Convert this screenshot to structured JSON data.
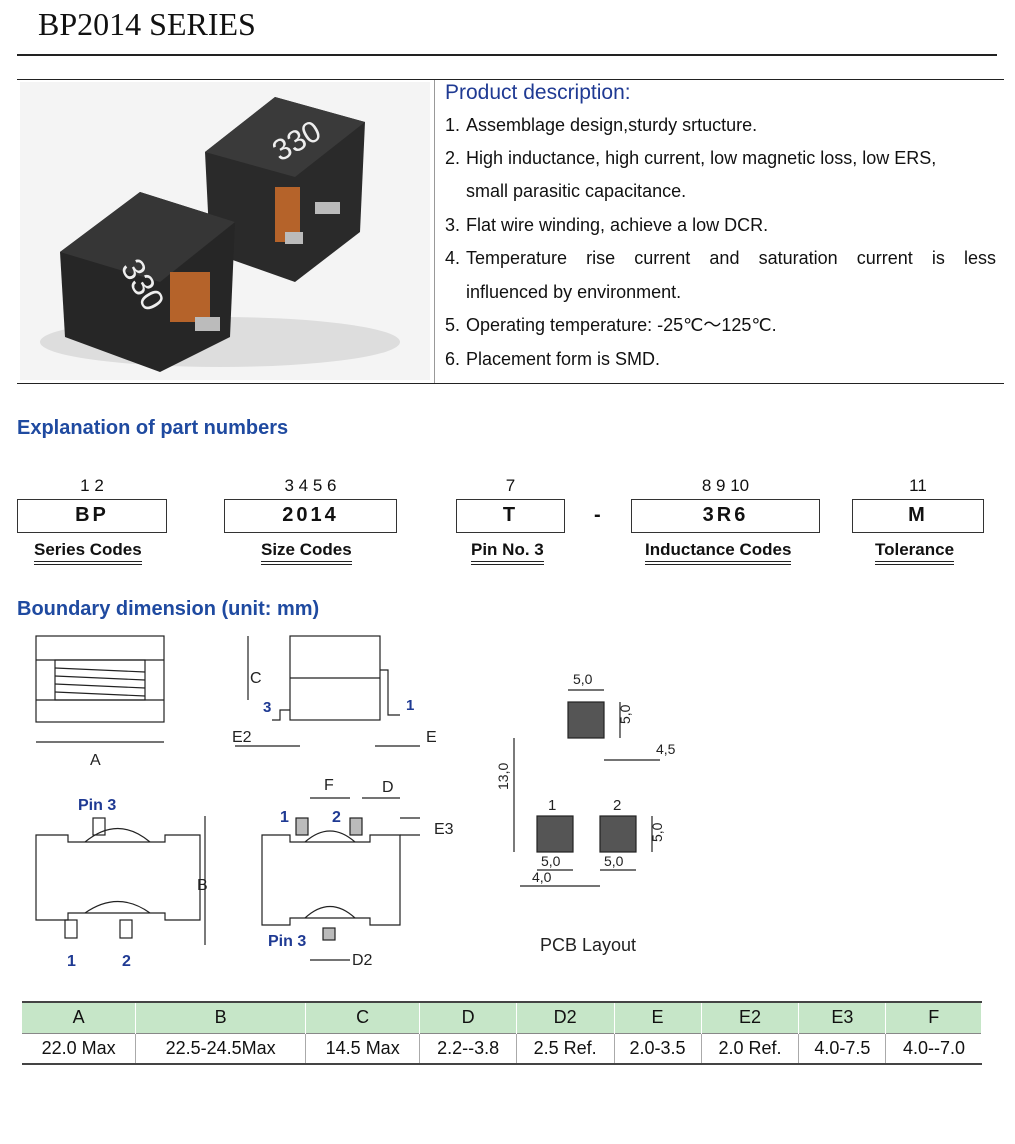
{
  "title": "BP2014 SERIES",
  "description": {
    "title": "Product description:",
    "items": [
      {
        "num": "1.",
        "lines": [
          "Assemblage design,sturdy srtucture."
        ]
      },
      {
        "num": "2.",
        "lines": [
          "High inductance, high current, low magnetic loss, low ERS,",
          "small parasitic capacitance."
        ]
      },
      {
        "num": "3.",
        "lines": [
          "Flat wire winding, achieve a low DCR."
        ]
      },
      {
        "num": "4.",
        "lines": [
          "Temperature rise current and saturation current is less",
          "influenced by environment."
        ]
      },
      {
        "num": "5.",
        "lines": [
          "Operating temperature: -25℃～125℃."
        ]
      },
      {
        "num": "6.",
        "lines": [
          "Placement form is SMD."
        ]
      }
    ]
  },
  "photo": {
    "marking": "330"
  },
  "part_numbers": {
    "title": "Explanation of part numbers",
    "dash": "-",
    "fields": [
      {
        "positions": "1 2",
        "code": "BP",
        "label": "Series Codes"
      },
      {
        "positions": "3 4 5 6",
        "code": "2014",
        "label": "Size Codes"
      },
      {
        "positions": "7",
        "code": "T",
        "label": "Pin No. 3"
      },
      {
        "positions": "8  9 10",
        "code": "3R6",
        "label": "Inductance Codes"
      },
      {
        "positions": "11",
        "code": "M",
        "label": "Tolerance"
      }
    ]
  },
  "boundary": {
    "title": "Boundary dimension (unit: mm)",
    "labels": {
      "A": "A",
      "C": "C",
      "pin3_num": "3",
      "pin1_num": "1",
      "E2": "E2",
      "E": "E",
      "pin3": "Pin 3",
      "B": "B",
      "p1": "1",
      "p2": "2",
      "F": "F",
      "D": "D",
      "E3": "E3",
      "q1": "1",
      "q2": "2",
      "pin3b": "Pin 3",
      "D2": "D2"
    },
    "pcb": {
      "caption": "PCB Layout",
      "top_w": "5,0",
      "top_h": "5,0",
      "gap": "4,5",
      "height": "13,0",
      "pad1": "1",
      "pad2": "2",
      "pad_h": "5,0",
      "w1": "5,0",
      "w2": "5,0",
      "spacing": "4,0"
    }
  },
  "dimension_table": {
    "headers": [
      "A",
      "B",
      "C",
      "D",
      "D2",
      "E",
      "E2",
      "E3",
      "F"
    ],
    "values": [
      "22.0 Max",
      "22.5-24.5Max",
      "14.5 Max",
      "2.2--3.8",
      "2.5 Ref.",
      "2.0-3.5",
      "2.0 Ref.",
      "4.0-7.5",
      "4.0--7.0"
    ]
  },
  "colors": {
    "heading": "#1f4aa0",
    "table_header": "#c6e6c8",
    "pin_label": "#1f3a93"
  }
}
